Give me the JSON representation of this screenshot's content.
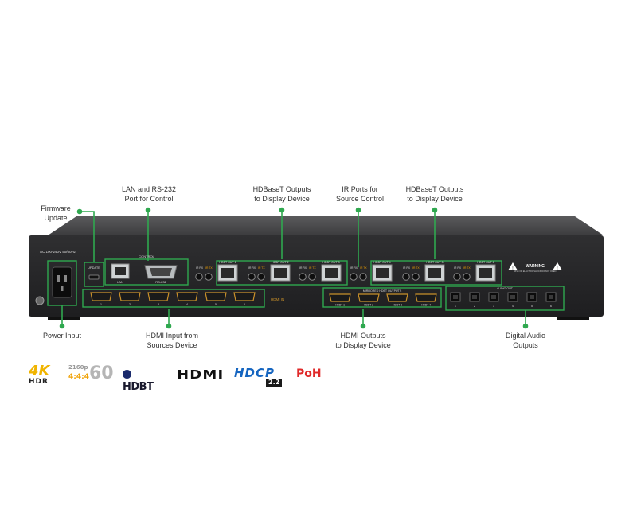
{
  "callouts": {
    "firmware": "Firmware\nUpdate",
    "lan_rs232": "LAN and RS-232\nPort for Control",
    "hdbt_out_1": "HDBaseT Outputs\nto Display Device",
    "ir_ports": "IR Ports for\nSource Control",
    "hdbt_out_2": "HDBaseT Outputs\nto Display Device",
    "power": "Power Input",
    "hdmi_in": "HDMI Input from\nSources Device",
    "hdmi_out": "HDMI Outputs\nto Display Device",
    "digital_audio": "Digital Audio\nOutputs"
  },
  "panel": {
    "power_rating": "AC 100-240V 50/60Hz",
    "update": "UPDATE",
    "control": "CONTROL",
    "lan": "LAN",
    "rs232": "RS-232",
    "hdbt_outs": [
      "HDBT OUT 1",
      "HDBT OUT 2",
      "HDBT OUT 3",
      "HDBT OUT 4",
      "HDBT OUT 5",
      "HDBT OUT 6"
    ],
    "ir_rx": "IR RX",
    "ir_tx": "IR TX",
    "hdmi_in_label": "HDMI IN",
    "hdmi_in_ports": [
      "1",
      "2",
      "3",
      "4",
      "5",
      "6"
    ],
    "hdmi_out_label": "MIRRORED HDBT OUTPUTS",
    "hdmi_out_ports": [
      "HDBT 1",
      "HDBT 2",
      "HDBT 3",
      "HDBT 4"
    ],
    "audio_label": "AUDIO OUT",
    "audio_ports": [
      "1",
      "2",
      "3",
      "4",
      "5",
      "6"
    ],
    "warning_title": "WARNING",
    "warning_text": "RISK OF ELECTRIC SHOCK DO NOT OPEN"
  },
  "logos": {
    "k4": "4K",
    "hdr": "HDR",
    "res": "2160p",
    "chroma": "4:4:4",
    "fps": "60",
    "hdbt": "HDBT",
    "hdmi": "HDMI",
    "hdcp": "HDCP",
    "hdcp_ver": "2.2",
    "poh": "PoH"
  },
  "colors": {
    "accent_green": "#2fa84f",
    "panel_dark": "#2a2a2b",
    "hdmi_gold": "#c8902a",
    "hdcp_blue": "#1565c0"
  }
}
